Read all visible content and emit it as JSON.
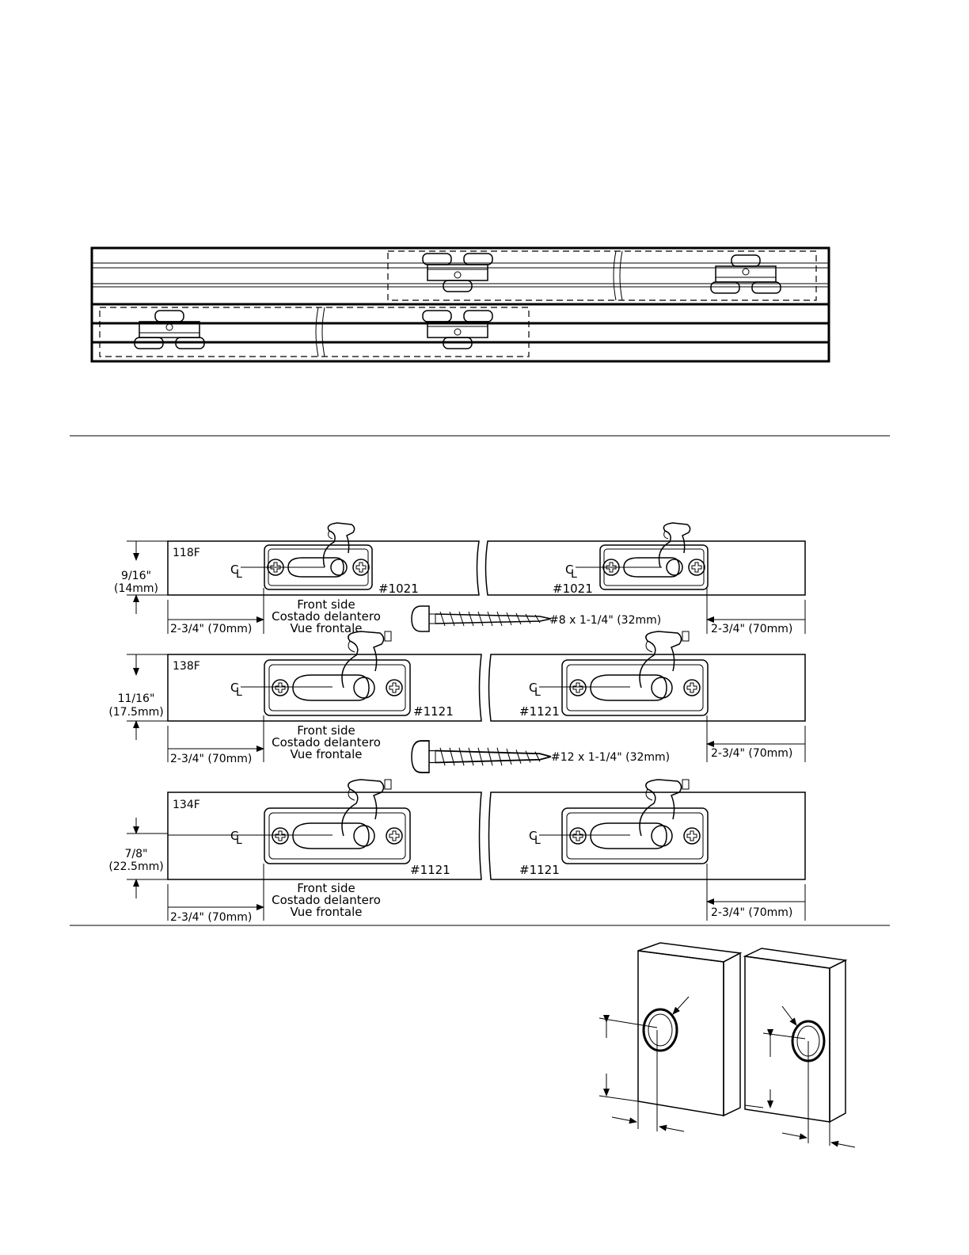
{
  "track_diagram": {
    "description": ""
  },
  "rows": [
    {
      "model": "118F",
      "height_dim": "9/16\"",
      "height_dim_mm": "(14mm)",
      "bracket_left": "#1021",
      "bracket_right": "#1021",
      "front_side_en": "Front side",
      "front_side_es": "Costado delantero",
      "front_side_fr": "Vue frontale",
      "offset_left": "2-3/4\" (70mm)",
      "offset_right": "2-3/4\" (70mm)",
      "screw": "#8 x 1-1/4\" (32mm)"
    },
    {
      "model": "138F",
      "height_dim": "11/16\"",
      "height_dim_mm": "(17.5mm)",
      "bracket_left": "#1121",
      "bracket_right": "#1121",
      "front_side_en": "Front side",
      "front_side_es": "Costado delantero",
      "front_side_fr": "Vue frontale",
      "offset_left": "2-3/4\" (70mm)",
      "offset_right": "2-3/4\" (70mm)",
      "screw": "#12 x 1-1/4\" (32mm)"
    },
    {
      "model": "134F",
      "height_dim": "7/8\"",
      "height_dim_mm": "(22.5mm)",
      "bracket_left": "#1121",
      "bracket_right": "#1121",
      "front_side_en": "Front side",
      "front_side_es": "Costado delantero",
      "front_side_fr": "Vue frontale",
      "offset_left": "2-3/4\" (70mm)",
      "offset_right": "2-3/4\" (70mm)"
    }
  ],
  "centerline_symbol": "C",
  "centerline_sub": "L"
}
